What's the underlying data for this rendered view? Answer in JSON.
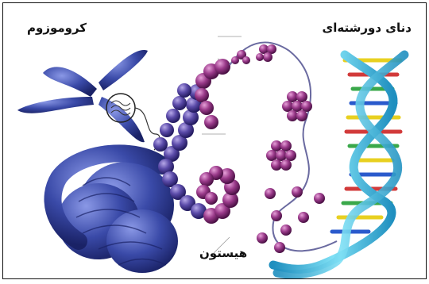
{
  "labels": {
    "chromosome": "کروموزوم",
    "dna": "دنای دورشته‌ای",
    "histone": "هیستون"
  },
  "colors": {
    "chromosome_blue": "#3a4aa8",
    "histone_purple": "#8a2e78",
    "dna_cyan": "#2bb5d8"
  }
}
